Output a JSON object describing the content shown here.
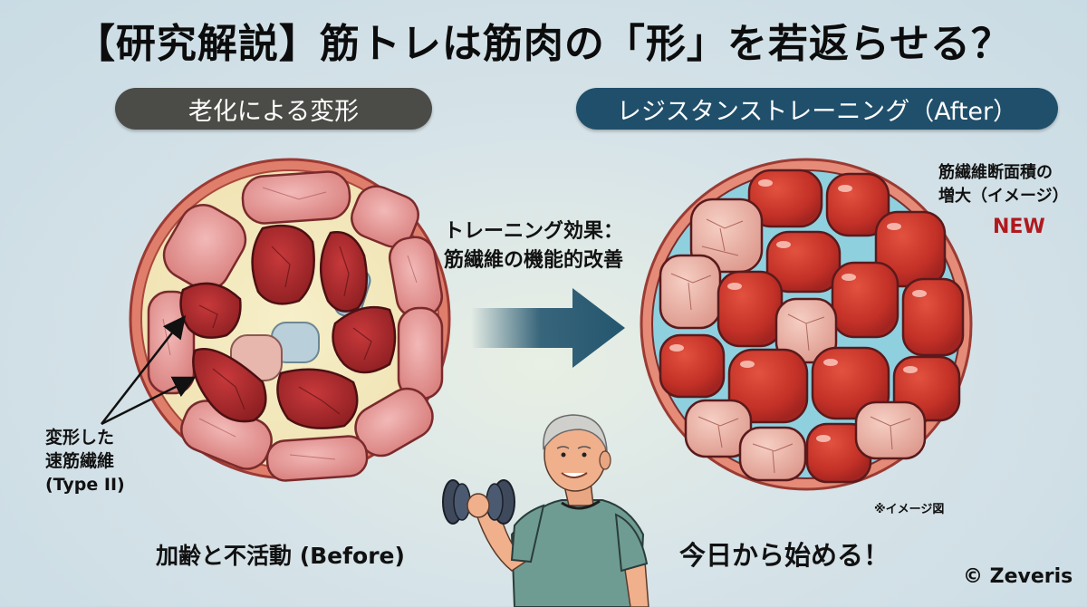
{
  "title": "【研究解説】筋トレは筋肉の「形」を若返らせる？",
  "before_panel": {
    "header": "老化による変形",
    "caption": "加齢と不活動 (Before)",
    "annotation_lines": [
      "変形した",
      "速筋繊維",
      "(Type II)"
    ]
  },
  "after_panel": {
    "header": "レジスタンストレーニング（After）",
    "caption": "今日から始める！",
    "annotation_lines": [
      "筋繊維断面積の",
      "増大（イメージ）"
    ],
    "badge": "NEW",
    "note": "※イメージ図"
  },
  "middle": {
    "effect_lines": [
      "トレーニング効果：",
      "筋繊維の機能的改善"
    ]
  },
  "copyright": "© Zeveris",
  "colors": {
    "before_pill": "#4b4b47",
    "after_pill": "#1f4f6b",
    "arrow": "#24566f",
    "badge": "#b0191e",
    "muscle_dark": "#b8282b",
    "muscle_light": "#e9a3a3",
    "shirt": "#6f9c92"
  }
}
